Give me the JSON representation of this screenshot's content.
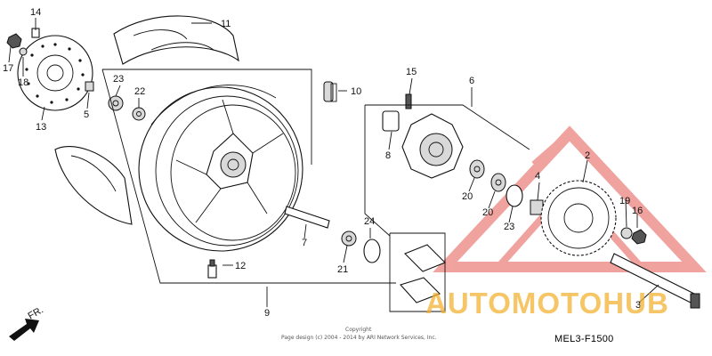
{
  "diagram": {
    "code": "MEL3-F1500",
    "direction_label": "FR.",
    "copyright_line1": "Copyright",
    "copyright_line2": "Page design (c) 2004 - 2014 by ARI Network Services, Inc."
  },
  "parts": [
    {
      "id": "p1",
      "number": "14"
    },
    {
      "id": "p2",
      "number": "11"
    },
    {
      "id": "p3",
      "number": "17"
    },
    {
      "id": "p4",
      "number": "18"
    },
    {
      "id": "p5",
      "number": "13"
    },
    {
      "id": "p6",
      "number": "5"
    },
    {
      "id": "p7",
      "number": "23"
    },
    {
      "id": "p8",
      "number": "22"
    },
    {
      "id": "p9",
      "number": "10"
    },
    {
      "id": "p10",
      "number": "15"
    },
    {
      "id": "p11",
      "number": "6"
    },
    {
      "id": "p12",
      "number": "8"
    },
    {
      "id": "p13",
      "number": "20"
    },
    {
      "id": "p14",
      "number": "20"
    },
    {
      "id": "p15",
      "number": "4"
    },
    {
      "id": "p16",
      "number": "23"
    },
    {
      "id": "p17",
      "number": "2"
    },
    {
      "id": "p18",
      "number": "19"
    },
    {
      "id": "p19",
      "number": "16"
    },
    {
      "id": "p20",
      "number": "24"
    },
    {
      "id": "p21",
      "number": "7"
    },
    {
      "id": "p22",
      "number": "21"
    },
    {
      "id": "p23",
      "number": "12"
    },
    {
      "id": "p24",
      "number": "9"
    },
    {
      "id": "p25",
      "number": "3"
    }
  ],
  "watermark": {
    "text": "AUTOMOTOHUB",
    "color_red": "#e0332c",
    "color_gold": "#f2b233"
  }
}
